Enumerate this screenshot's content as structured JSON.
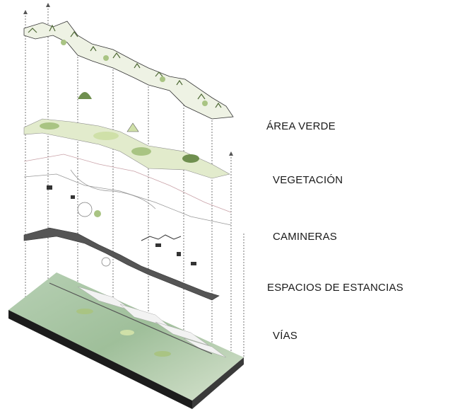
{
  "layers": [
    {
      "id": "area-verde",
      "label": "ÁREA VERDE"
    },
    {
      "id": "vegetacion",
      "label": "VEGETACIÓN"
    },
    {
      "id": "camineras",
      "label": "CAMINERAS"
    },
    {
      "id": "espacios-de-estancias",
      "label": "ESPACIOS DE ESTANCIAS"
    },
    {
      "id": "vias",
      "label": "VÍAS"
    }
  ],
  "colors": {
    "green_light": "#cfe0a8",
    "green_mid": "#a9c483",
    "green_dark": "#6f8f4f",
    "path_gray": "#555555",
    "guide_line": "#555555",
    "road_line": "#c9a2a8",
    "terrain_green": "#9fbf9a",
    "slab_side": "#1c1c1c"
  }
}
